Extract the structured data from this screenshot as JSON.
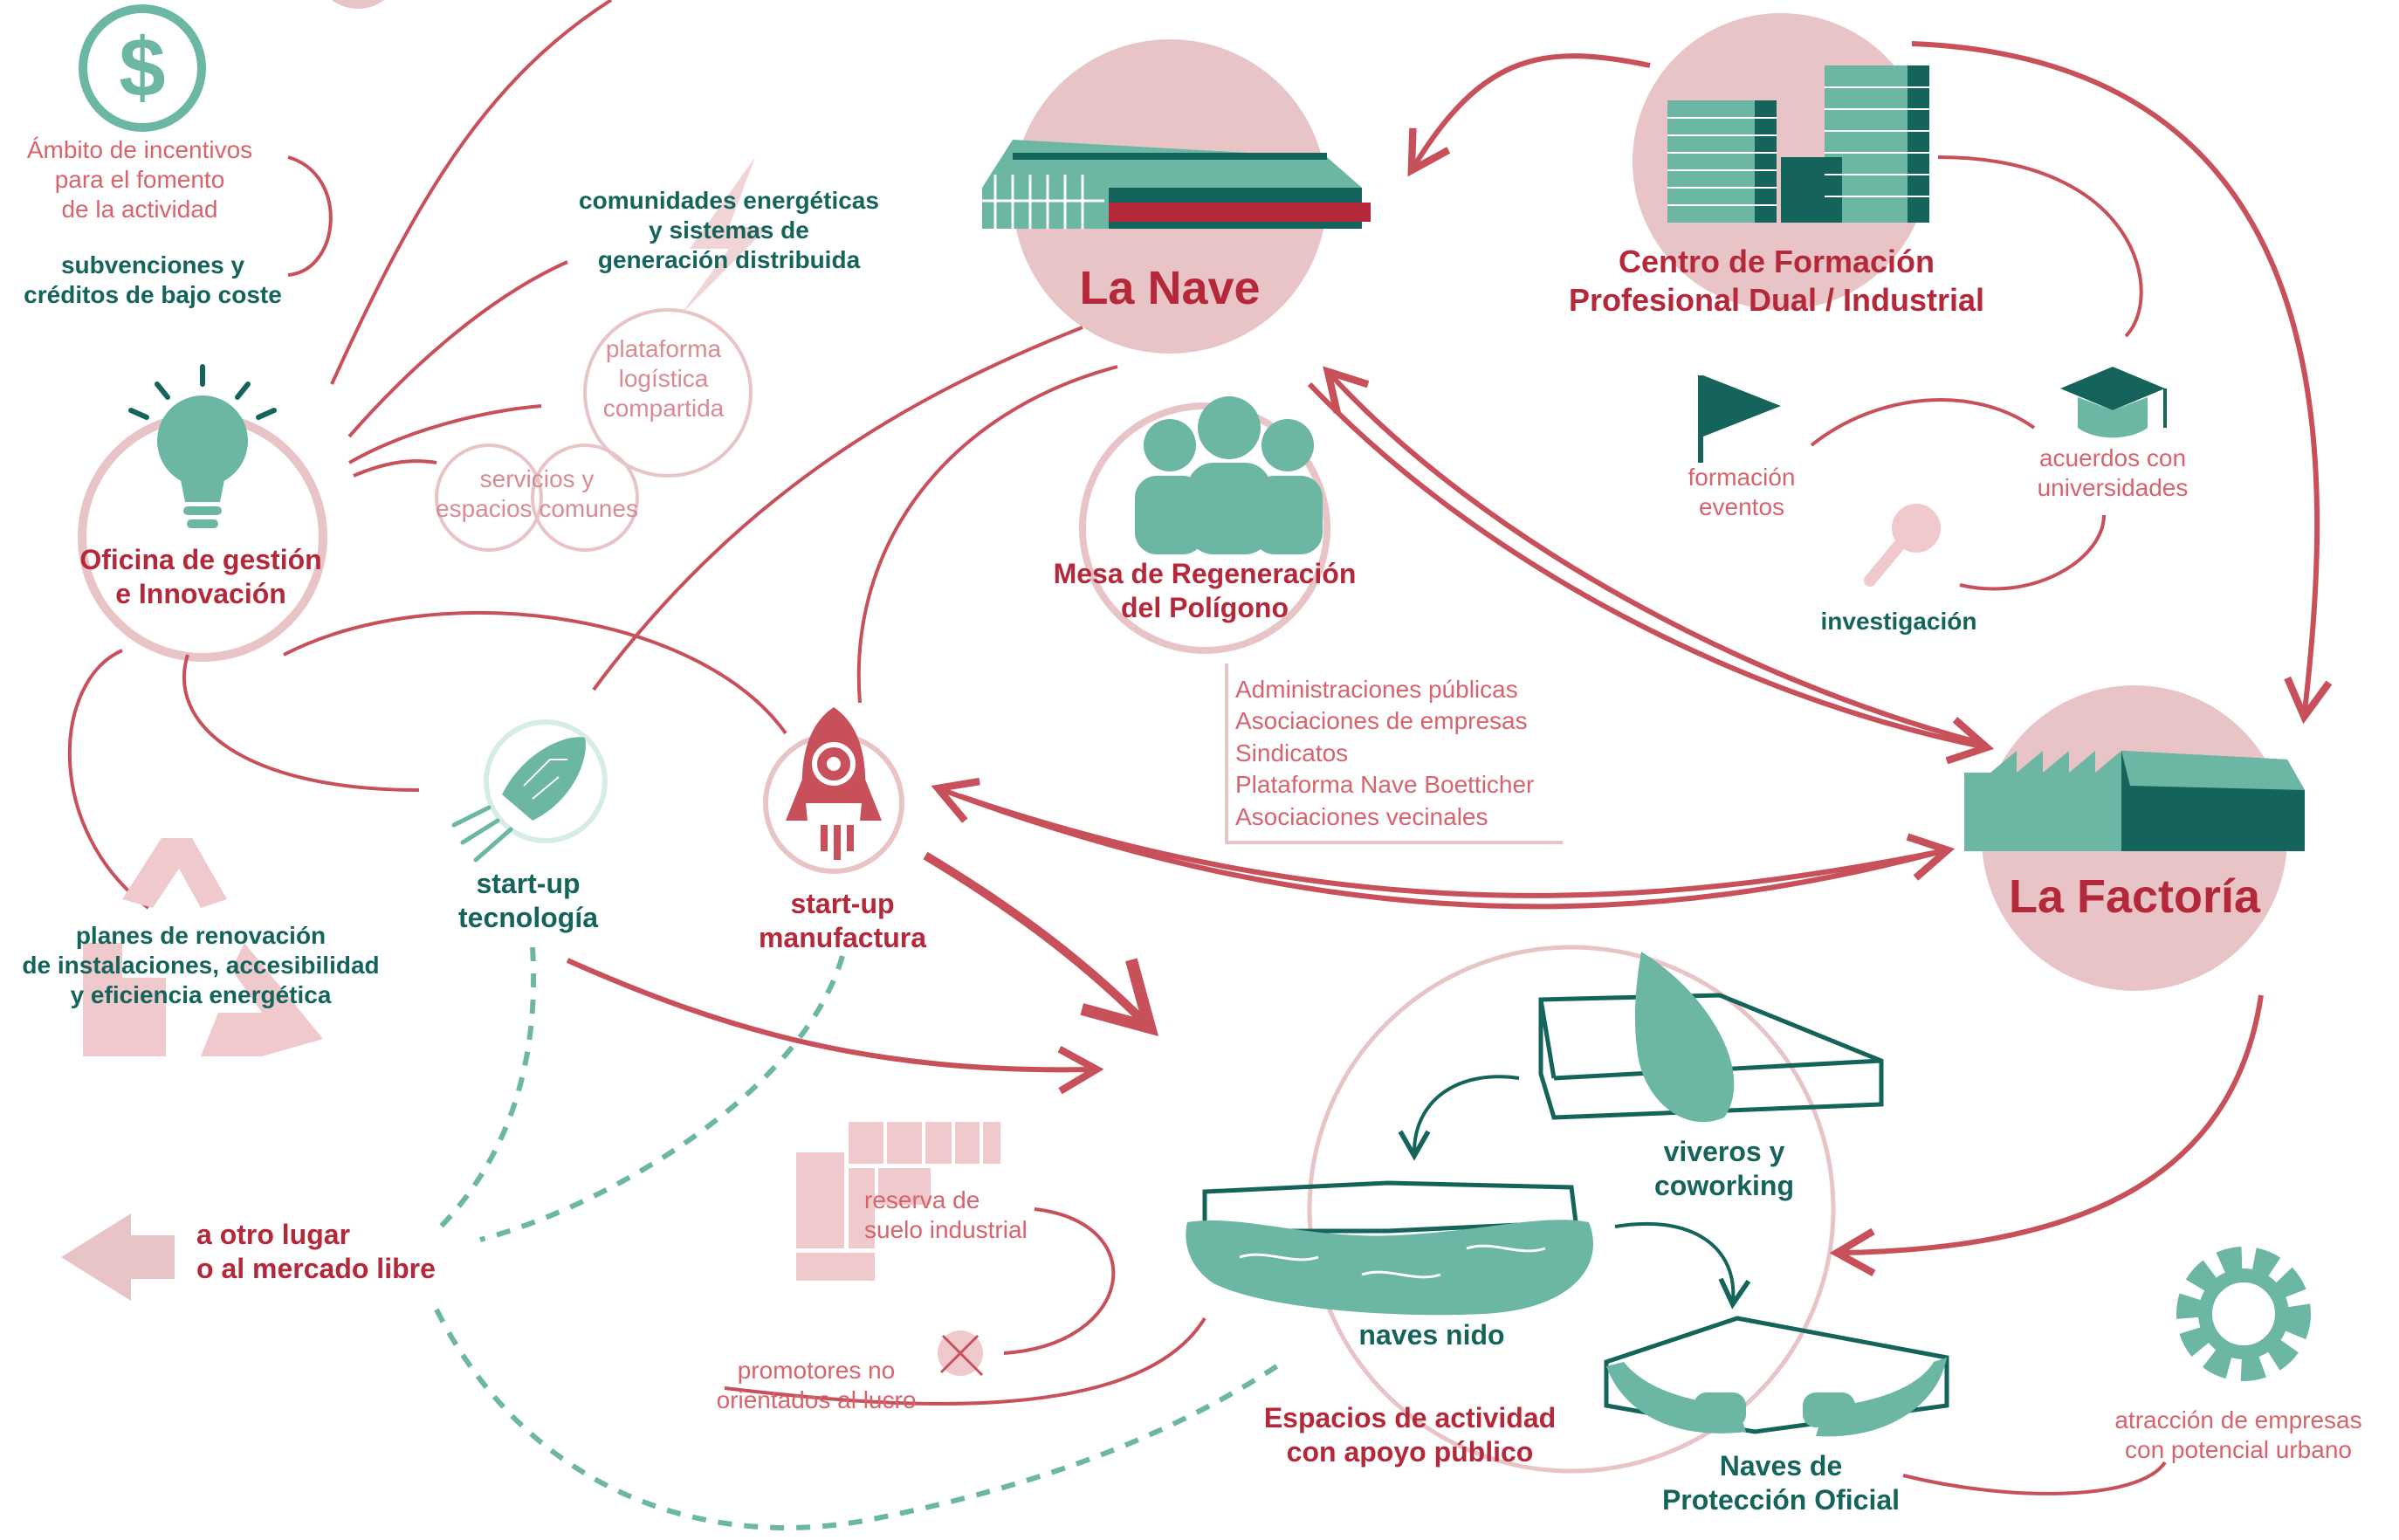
{
  "colors": {
    "pink_light": "#e8c4c7",
    "red": "#b5283a",
    "red_line": "#c8505a",
    "teal": "#6cb6a4",
    "teal_dark": "#14645c"
  },
  "hubs": {
    "la_nave": "La Nave",
    "la_factoria": "La Factoría",
    "centro_formacion": "Centro de Formación\nProfesional Dual / Industrial",
    "oficina": "Oficina de gestión\ne Innovación",
    "mesa": "Mesa de Regeneración\ndel Polígono"
  },
  "mesa_members": [
    "Administraciones públicas",
    "Asociaciones de empresas",
    "Sindicatos",
    "Plataforma Nave Boetticher",
    "Asociaciones vecinales"
  ],
  "incentives": {
    "ambito": "Ámbito de incentivos\npara el fomento\nde la actividad",
    "subvenciones": "subvenciones y\ncréditos de bajo coste"
  },
  "energy": {
    "comunidades": "comunidades energéticas\ny sistemas de\ngeneración distribuida",
    "plataforma": "plataforma\nlogística\ncompartida",
    "servicios": "servicios y\nespacios comunes",
    "planes": "planes de renovación\nde instalaciones, accesibilidad\ny eficiencia energética"
  },
  "startups": {
    "tecnologia": "start-up\ntecnología",
    "manufactura": "start-up\nmanufactura"
  },
  "exit": {
    "otro_lugar": "a otro lugar\no al mercado libre"
  },
  "land": {
    "reserva": "reserva de\nsuelo industrial",
    "promotores": "promotores no\norientados al lucro"
  },
  "spaces": {
    "viveros": "viveros y\ncoworking",
    "naves_nido": "naves nido",
    "espacios": "Espacios de actividad\ncon apoyo público",
    "naves_proteccion": "Naves de\nProtección Oficial"
  },
  "training": {
    "formacion": "formación\neventos",
    "acuerdos": "acuerdos con\nuniversidades",
    "investigacion": "investigación"
  },
  "attraction": "atracción de empresas\ncon potencial urbano",
  "icons": [
    "dollar-icon",
    "lightbulb-icon",
    "lightning-icon",
    "recycle-icon",
    "rocket-tech-icon",
    "rocket-gear-icon",
    "people-icon",
    "flag-icon",
    "graduation-cap-icon",
    "magnifier-icon",
    "gear-icon",
    "building-icon",
    "warehouse-icon",
    "factory-icon",
    "leaf-icon",
    "hands-icon",
    "left-arrow-icon"
  ]
}
